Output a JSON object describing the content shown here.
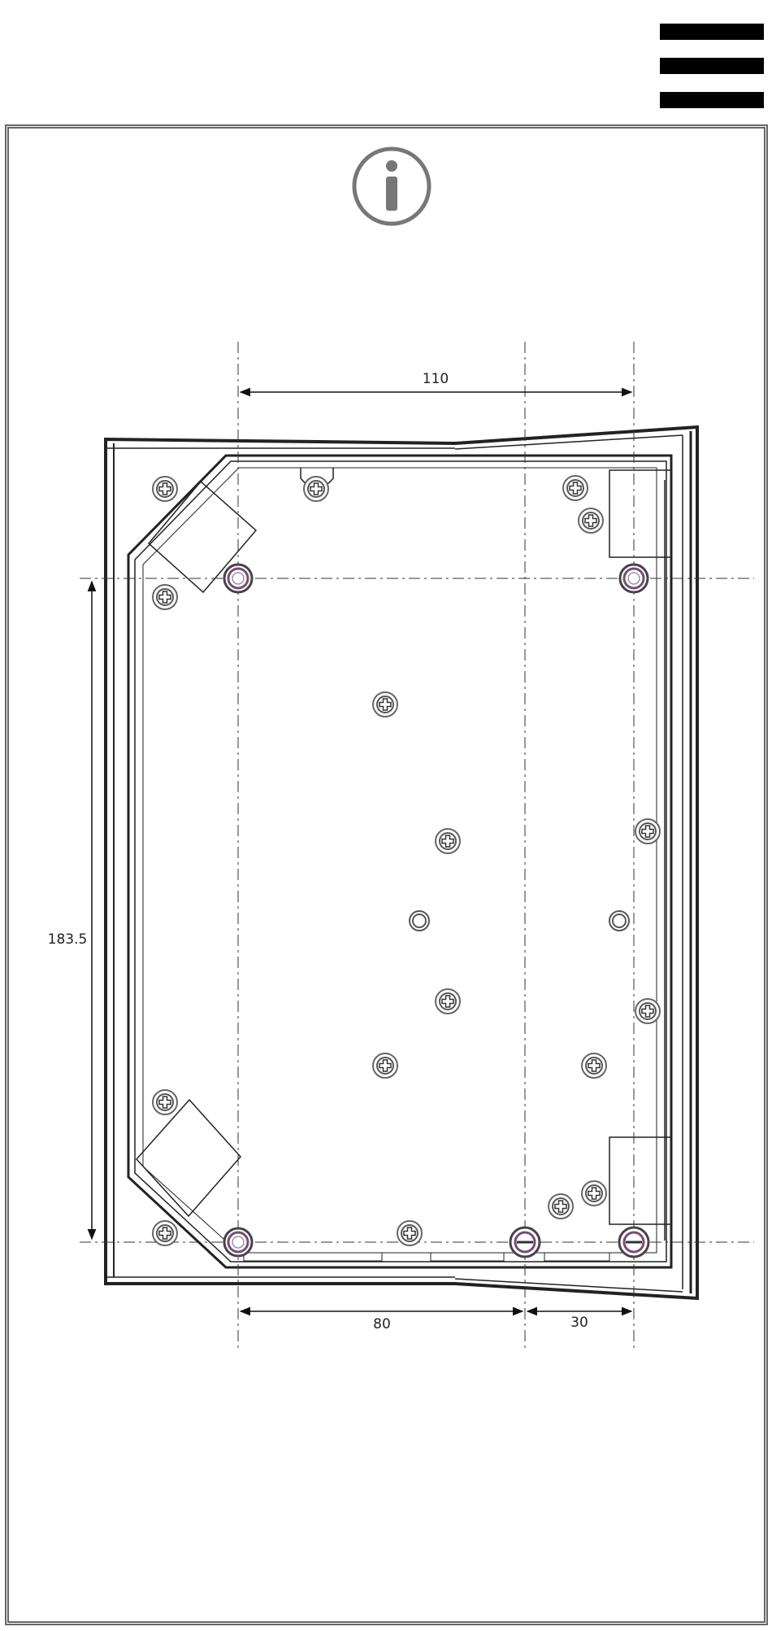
{
  "header": {
    "menu_icon": "hamburger-menu-icon"
  },
  "content": {
    "info_icon": "info-icon",
    "drawing": {
      "dimensions": {
        "top_width": "110",
        "left_height": "183.5",
        "bottom_left_width": "80",
        "bottom_right_width": "30"
      }
    }
  }
}
